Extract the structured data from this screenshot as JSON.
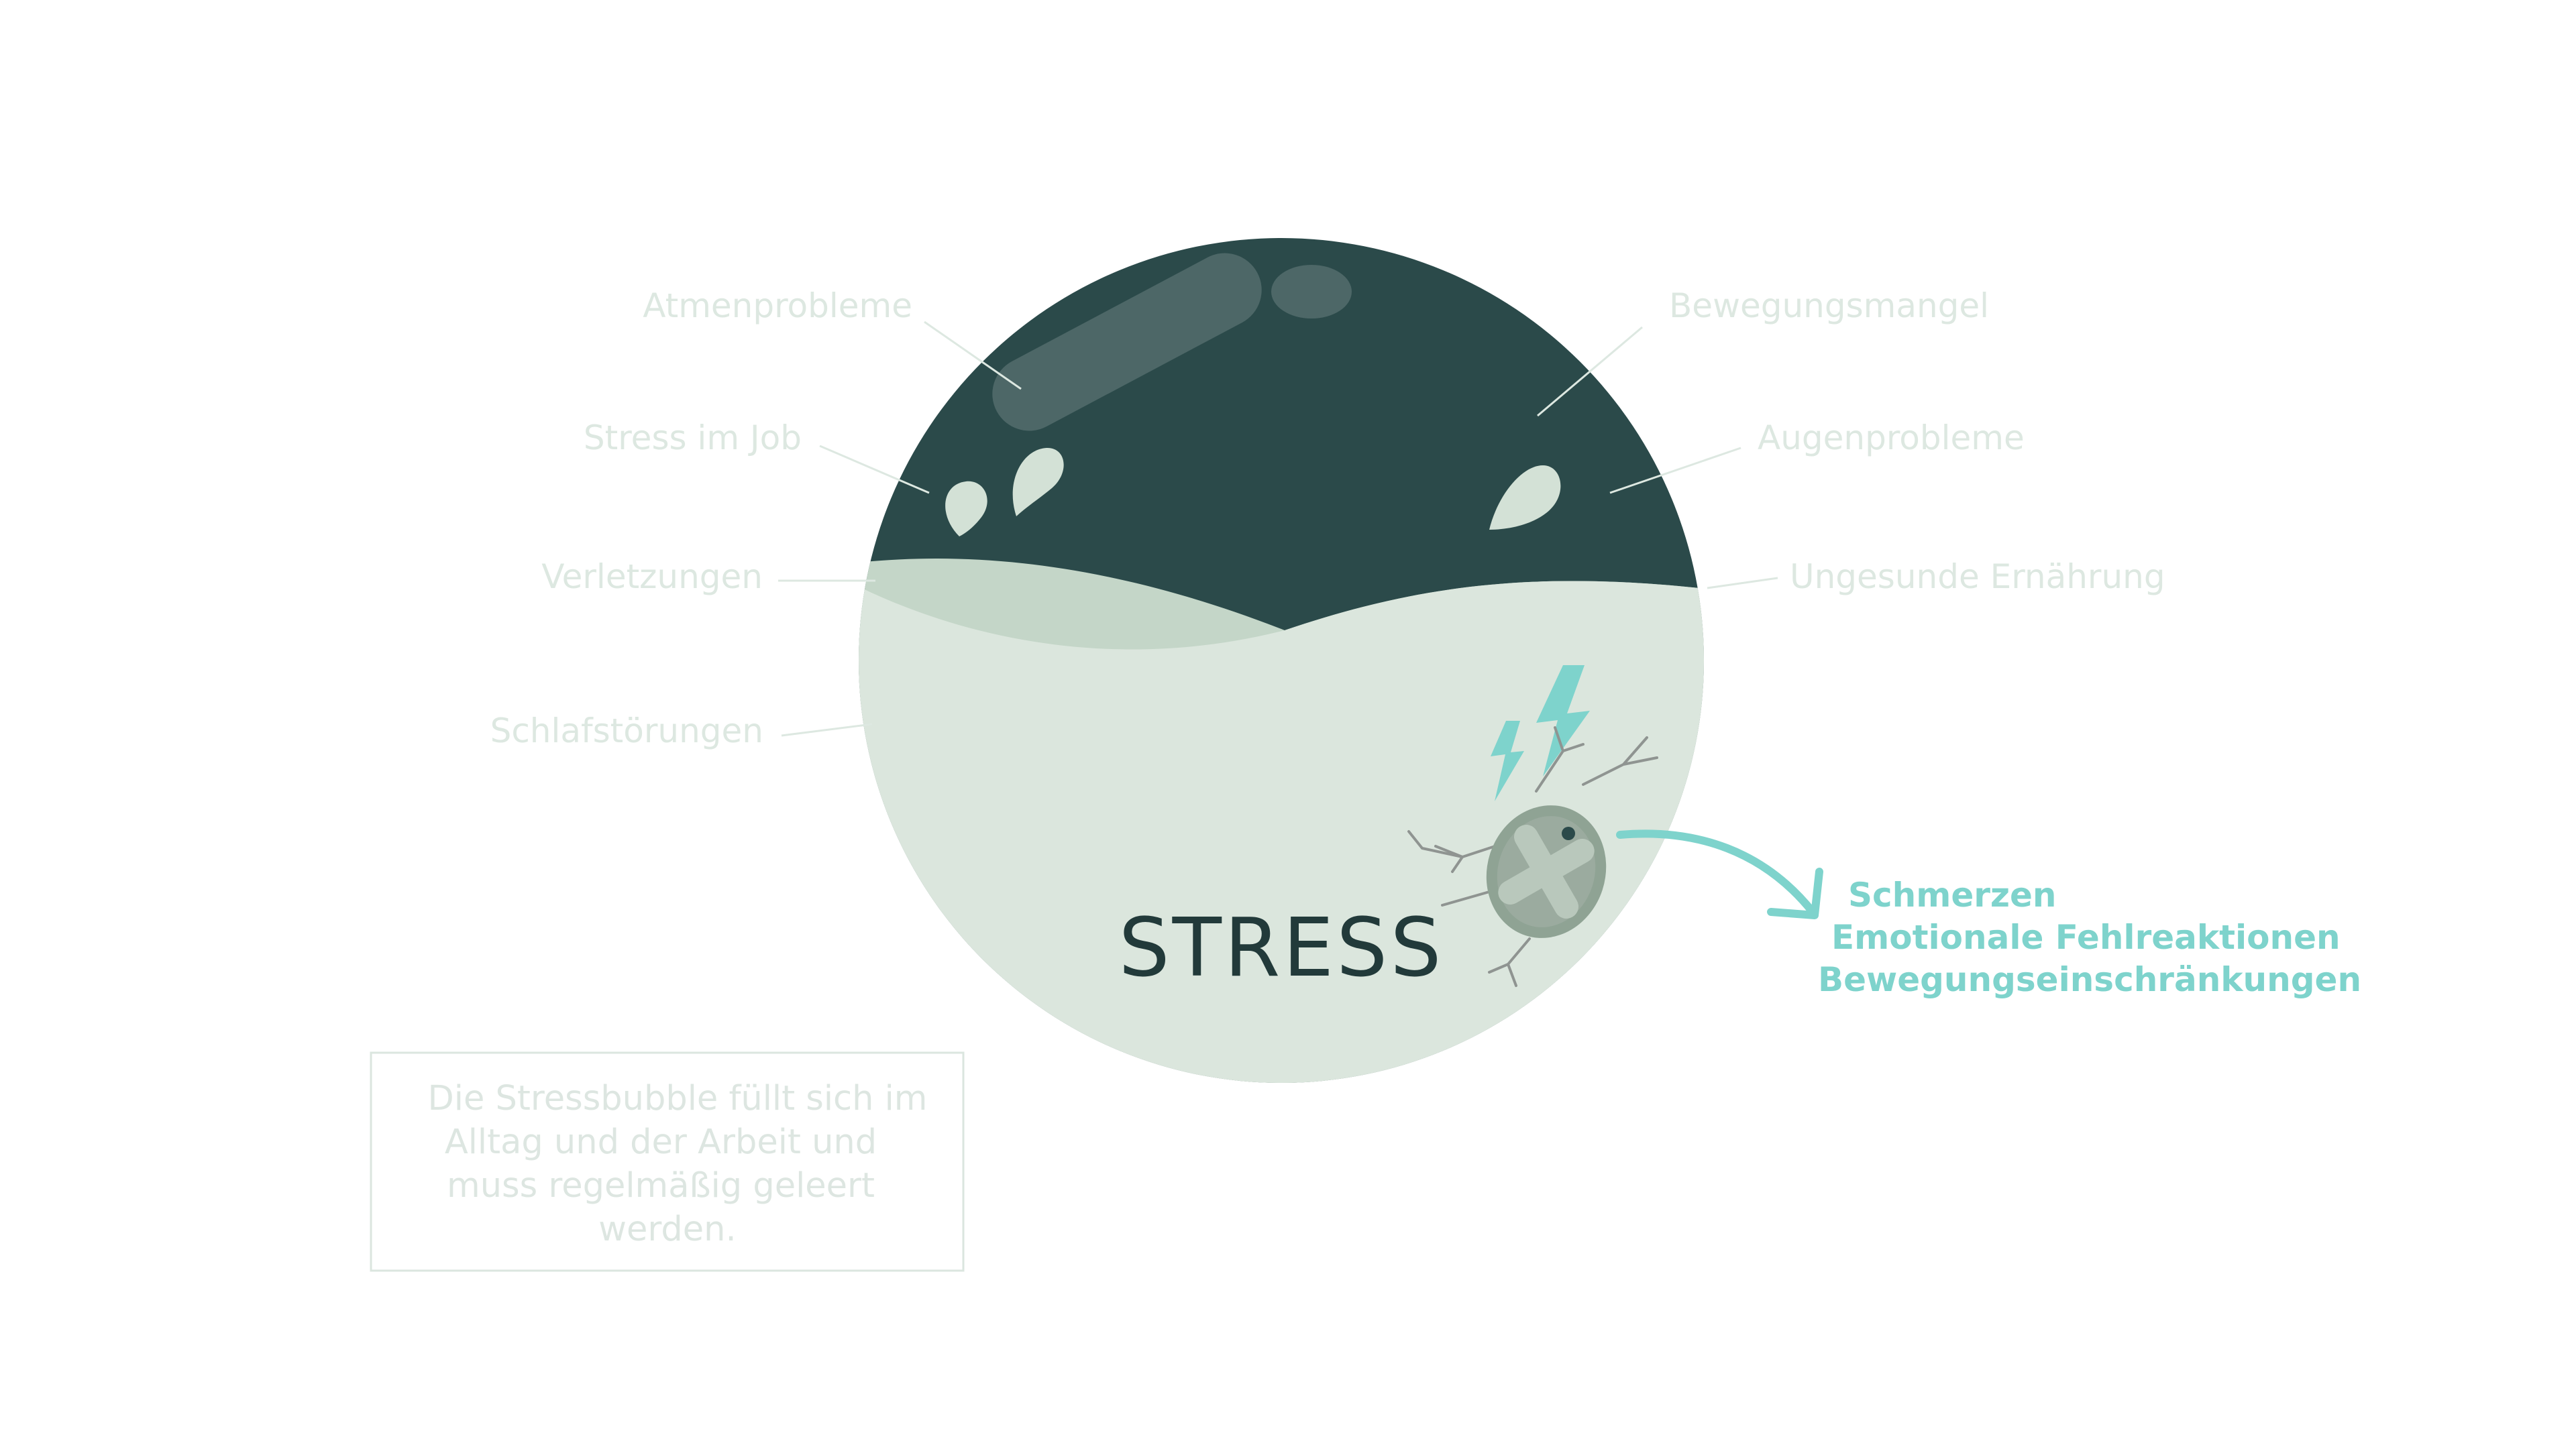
{
  "colors": {
    "dark_fill": "#2b4a4a",
    "light_fill": "#dbe6dd",
    "wave_band": "#c4d6c8",
    "label": "#dde8e1",
    "accent": "#7ed3cc",
    "title": "#223a3a"
  },
  "diagram": {
    "center_label": "STRESS",
    "causes_left": [
      "Atmenprobleme",
      "Stress im Job",
      "Verletzungen",
      "Schlafstörungen"
    ],
    "causes_right": [
      "Bewegungsmangel",
      "Augenprobleme",
      "Ungesunde Ernährung"
    ],
    "effects": [
      "Schmerzen",
      "Emotionale Fehlreaktionen",
      "Bewegungseinschränkungen"
    ],
    "icons": [
      "droplet-icon",
      "lightning-icon",
      "cracked-pill-icon",
      "arrow-icon"
    ]
  },
  "note": {
    "lines": [
      "Die Stressbubble füllt sich im",
      "Alltag und der Arbeit und",
      "muss regelmäßig geleert",
      "werden."
    ]
  }
}
